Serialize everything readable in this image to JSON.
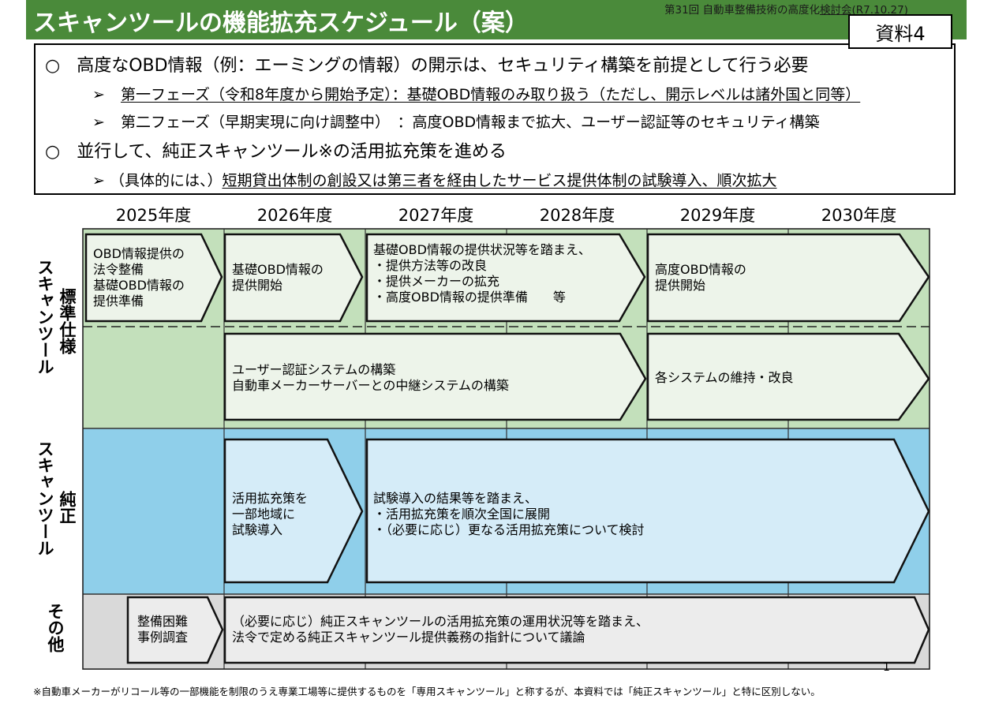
{
  "header": {
    "title": "スキャンツールの機能拡充スケジュール（案）",
    "meeting_prefix": "第31回 自動車整備技術の高度化",
    "meeting_suffix": "検討会(R7.10.27)",
    "doc_badge": "資料4"
  },
  "summary": {
    "bullet_symbol": "○",
    "sub_symbol": "➢",
    "items": [
      {
        "text": "高度なOBD情報（例：エーミングの情報）の開示は、セキュリティ構築を前提として行う必要"
      },
      {
        "text": "第一フェーズ（令和8年度から開始予定）：基礎OBD情報のみ取り扱う（ただし、開示レベルは諸外国と同等）"
      },
      {
        "text": "第二フェーズ（早期実現に向け調整中）　：高度OBD情報まで拡大、ユーザー認証等のセキュリティ構築"
      },
      {
        "text": "並行して、純正スキャンツール※の活用拡充策を進める"
      },
      {
        "prefix": "（具体的には、）",
        "text": "短期貸出体制の創設又は第三者を経由したサービス提供体制の試験導入、順次拡大"
      }
    ]
  },
  "schedule": {
    "years": [
      "2025年度",
      "2026年度",
      "2027年度",
      "2028年度",
      "2029年度",
      "2030年度"
    ],
    "row_groups": [
      {
        "outer_label": "スキャンツール",
        "inner_label": "標準仕様",
        "color": "#c3e0bb"
      },
      {
        "outer_label": "スキャンツール",
        "inner_label": "純正",
        "color": "#8fcfea"
      },
      {
        "outer_label": "その他",
        "inner_label": "",
        "color": "#d9d9d9"
      }
    ],
    "tasks": {
      "std_legal": [
        "OBD情報提供の",
        "法令整備",
        "基礎OBD情報の",
        "提供準備"
      ],
      "std_basic_start": [
        "基礎OBD情報の",
        "提供開始"
      ],
      "std_improve": [
        "基礎OBD情報の提供状況等を踏まえ、",
        "・提供方法等の改良",
        "・提供メーカーの拡充",
        "・高度OBD情報の提供準備　　等"
      ],
      "std_advanced_start": [
        "高度OBD情報の",
        "提供開始"
      ],
      "std_auth": [
        "ユーザー認証システムの構築",
        "自動車メーカーサーバーとの中継システムの構築"
      ],
      "std_maintain": [
        "各システムの維持・改良"
      ],
      "pure_trial": [
        "活用拡充策を",
        "一部地域に",
        "試験導入"
      ],
      "pure_expand": [
        "試験導入の結果等を踏まえ、",
        "・活用拡充策を順次全国に展開",
        "・（必要に応じ）更なる活用拡充策について検討"
      ],
      "other_survey": [
        "整備困難",
        "事例調査"
      ],
      "other_discuss": [
        "（必要に応じ）純正スキャンツールの活用拡充策の運用状況等を踏まえ、",
        "法令で定める純正スキャンツール提供義務の指針について議論"
      ]
    }
  },
  "footnote": "※自動車メーカーがリコール等の一部機能を制限のうえ専業工場等に提供するものを「専用スキャンツール」と称するが、本資料では「純正スキャンツール」と特に区別しない。",
  "page_number": "1",
  "colors": {
    "title_green": "#4a8a3a",
    "std_band": "#c3e0bb",
    "pure_band": "#8fcfea",
    "other_band": "#d9d9d9",
    "std_box": "#edf4ea",
    "pure_box": "#d5ecf8",
    "other_box": "#ececec"
  }
}
